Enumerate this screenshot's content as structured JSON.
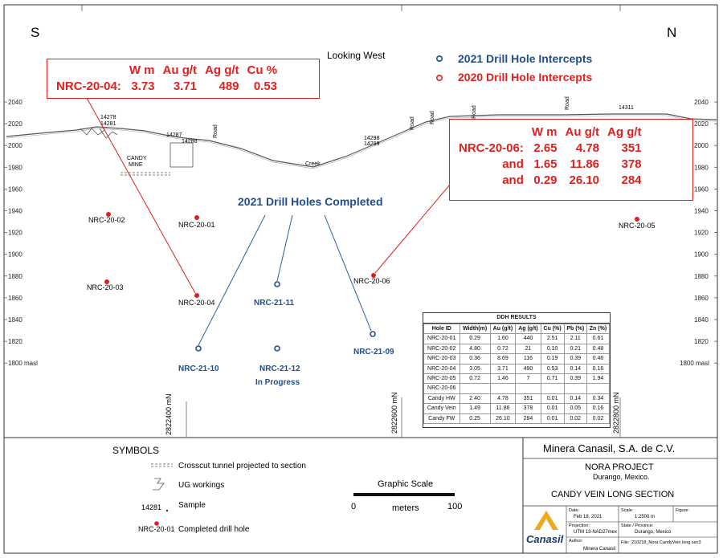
{
  "orientation": {
    "south": "S",
    "north": "N",
    "view": "Looking  West"
  },
  "legend_top": [
    {
      "marker": "o",
      "label": "2021 Drill Hole Intercepts",
      "color": "#1f4e8c"
    },
    {
      "marker": "o",
      "label": "2020 Drill Hole Intercepts",
      "color": "#e0201e"
    }
  ],
  "elevations": [
    "2040",
    "2020",
    "2000",
    "1980",
    "1960",
    "1940",
    "1920",
    "1900",
    "1880",
    "1860",
    "1840",
    "1820",
    "1800 masl"
  ],
  "callout_left": {
    "headers": [
      "W m",
      "Au g/t",
      "Ag g/t",
      "Cu %"
    ],
    "rows": [
      {
        "label": "NRC-20-04:",
        "values": [
          "3.73",
          "3.71",
          "489",
          "0.53"
        ]
      }
    ]
  },
  "callout_right": {
    "headers": [
      "W m",
      "Au g/t",
      "Ag g/t"
    ],
    "rows": [
      {
        "label": "NRC-20-06:",
        "values": [
          "2.65",
          "4.78",
          "351"
        ]
      },
      {
        "label": "and",
        "values": [
          "1.65",
          "11.86",
          "378"
        ]
      },
      {
        "label": "and",
        "values": [
          "0.29",
          "26.10",
          "284"
        ]
      }
    ]
  },
  "completed_title": "2021 Drill Holes Completed",
  "surface_labels": {
    "sample_a": "14278",
    "sample_b": "14281",
    "sample_c": "14287",
    "sample_d": "14288",
    "sample_e": "14298",
    "sample_f": "14299",
    "sample_g": "14311",
    "mine": "CANDY",
    "mine2": "MINE",
    "creek": "Creek",
    "road": "Road"
  },
  "holes_2020": [
    "NRC-20-02",
    "NRC-20-01",
    "NRC-20-03",
    "NRC-20-04",
    "NRC-20-06",
    "NRC-20-05"
  ],
  "holes_2021": [
    "NRC-21-11",
    "NRC-21-10",
    "NRC-21-12",
    "NRC-21-09"
  ],
  "in_progress": "In Progress",
  "grid_lines": [
    "2822400 mN",
    "2822600 mN",
    "2822800 mN"
  ],
  "ddh": {
    "title": "DDH RESULTS",
    "headers": [
      "Hole ID",
      "Width(m)",
      "Au (g/t)",
      "Ag (g/t)",
      "Cu (%)",
      "Pb (%)",
      "Zn (%)"
    ],
    "rows": [
      [
        "NRC-20-01",
        "0.29",
        "1.60",
        "440",
        "2.51",
        "2.11",
        "0.61"
      ],
      [
        "NRC-20-02",
        "4.80",
        "0.72",
        "21",
        "0.10",
        "0.21",
        "0.48"
      ],
      [
        "NRC-20-03",
        "0.36",
        "8.69",
        "116",
        "0.19",
        "0.39",
        "0.46"
      ],
      [
        "NRC-20-04",
        "3.05",
        "3.71",
        "490",
        "0.53",
        "0.14",
        "0.16"
      ],
      [
        "NRC-20-05",
        "0.72",
        "1.46",
        "7",
        "0.71",
        "0.39",
        "1.94"
      ],
      [
        "NRC-20-06",
        "",
        "",
        "",
        "",
        "",
        ""
      ],
      [
        "Candy HW",
        "2.40",
        "4.78",
        "351",
        "0.01",
        "0.14",
        "0.34"
      ],
      [
        "Candy Vein",
        "1.49",
        "11.86",
        "378",
        "0.01",
        "0.05",
        "0.16"
      ],
      [
        "Candy FW",
        "0.25",
        "26.10",
        "284",
        "0.01",
        "0.02",
        "0.02"
      ]
    ]
  },
  "symbols": {
    "title": "SYMBOLS",
    "items": [
      "Crosscut tunnel projected to section",
      "UG workings",
      "Sample",
      "Completed drill hole"
    ],
    "sample_num": "14281",
    "hole_example": "NRC-20-01"
  },
  "scale": {
    "title": "Graphic Scale",
    "left": "0",
    "unit": "meters",
    "right": "100"
  },
  "title_block": {
    "company": "Minera Canasil, S.A. de C.V.",
    "project": "NORA PROJECT",
    "location": "Durango, Mexico.",
    "drawing": "CANDY VEIN LONG SECTION",
    "logo": "Canasil",
    "date_label": "Date:",
    "date": "Feb 18, 2021",
    "scale_label": "Scale:",
    "scale_val": "1:2500 m",
    "figure_label": "Figure:",
    "projection_label": "Projection:",
    "projection": "UTM 13-NAD27mex",
    "state_label": "State / Province:",
    "state": "Durango, Mexico",
    "author_label": "Author:",
    "author": "Minera Canasil",
    "file_label": "File:",
    "file": "210218_Nora CandyVein long sec3"
  }
}
